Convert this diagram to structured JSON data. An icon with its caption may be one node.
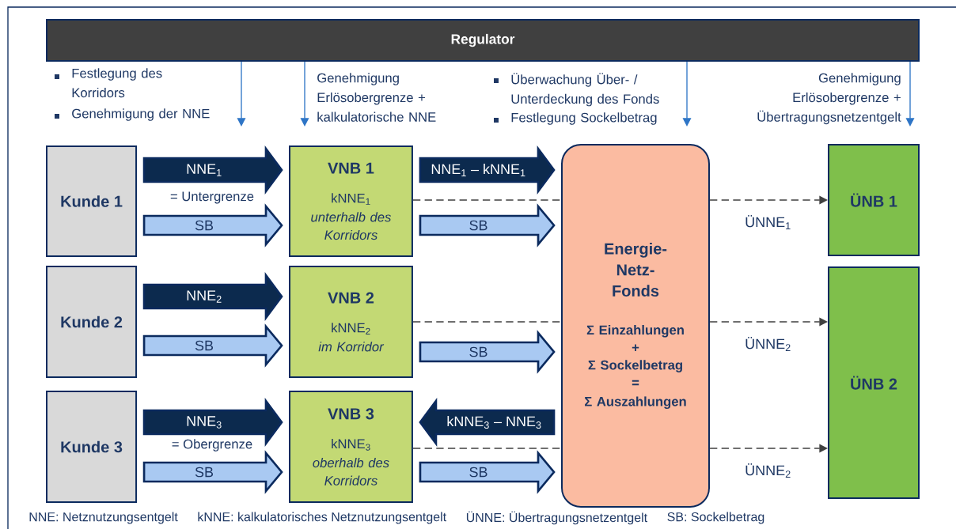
{
  "diagram": {
    "nodes": [
      {
        "text": [
          "Regulator"
        ]
      },
      {
        "text": [
          "Kunde 1"
        ]
      },
      {
        "text": [
          "Kunde 2"
        ]
      },
      {
        "text": [
          "Kunde 3"
        ]
      },
      {
        "text": [
          "VNB 1",
          "kNNE$_{1}$",
          "unterhalb des Korridors"
        ]
      },
      {
        "text": [
          "VNB 2",
          "kNNE$_{2}$",
          "im Korridor"
        ]
      },
      {
        "text": [
          "VNB 3",
          "kNNE$_{3}$",
          "oberhalb des Korridors"
        ]
      },
      {
        "text": [
          "Energie- Netz- Fonds",
          "Σ Einzahlungen",
          "+",
          "Σ Sockelbetrag",
          "=",
          "Σ Auszahlungen"
        ]
      },
      {
        "text": [
          "ÜNB 1"
        ]
      },
      {
        "text": [
          "ÜNB 2"
        ]
      }
    ],
    "edges": [
      {
        "from": 0,
        "to": null,
        "arrow": "to",
        "color": "#2e75c6"
      },
      {
        "from": 0,
        "to": null,
        "arrow": "to",
        "label": "Genehmigung Erlösobergrenze + kalkulatorische NNE",
        "color": "#2e75c6"
      },
      {
        "from": 0,
        "to": null,
        "arrow": "to",
        "color": "#2e75c6"
      },
      {
        "from": 0,
        "to": null,
        "arrow": "to",
        "label": "Genehmigung Erlösobergrenze + Übertragungsnetzentgelt",
        "color": "#2e75c6"
      },
      {
        "from": 1,
        "to": 4,
        "arrow": "to",
        "label": "NNE$_{1}$",
        "style": "thick",
        "color": "#0c2a4e"
      },
      {
        "from": 1,
        "to": 4,
        "arrow": "to",
        "label": "SB",
        "style": "thick",
        "color": "#a9c9f2"
      },
      {
        "from": 4,
        "to": 7,
        "arrow": "to",
        "label": "NNE$_{1}$ – kNNE$_{1}$",
        "style": "thick",
        "color": "#0c2a4e"
      },
      {
        "from": 4,
        "to": 7,
        "arrow": "none",
        "style": "dashed",
        "color": "#404040"
      },
      {
        "from": 4,
        "to": 7,
        "arrow": "to",
        "label": "SB",
        "style": "thick",
        "color": "#a9c9f2"
      },
      {
        "from": 7,
        "to": 8,
        "arrow": "to",
        "label": "ÜNNE$_{1}$",
        "style": "dashed",
        "color": "#404040"
      },
      {
        "from": 2,
        "to": 5,
        "arrow": "to",
        "label": "NNE$_{2}$",
        "style": "thick",
        "color": "#0c2a4e"
      },
      {
        "from": 2,
        "to": 5,
        "arrow": "to",
        "label": "SB",
        "style": "thick",
        "color": "#a9c9f2"
      },
      {
        "from": 5,
        "to": 7,
        "arrow": "none",
        "style": "dashed",
        "color": "#404040"
      },
      {
        "from": 5,
        "to": 7,
        "arrow": "to",
        "label": "SB",
        "style": "thick",
        "color": "#a9c9f2"
      },
      {
        "from": 7,
        "to": 9,
        "arrow": "to",
        "label": "ÜNNE$_{2}$",
        "style": "dashed",
        "color": "#404040"
      },
      {
        "from": 3,
        "to": 6,
        "arrow": "to",
        "label": "NNE$_{3}$",
        "style": "thick",
        "color": "#0c2a4e"
      },
      {
        "from": 3,
        "to": 6,
        "arrow": "to",
        "label": "SB",
        "style": "thick",
        "color": "#a9c9f2"
      },
      {
        "from": 7,
        "to": 6,
        "arrow": "to",
        "label": "kNNE$_{3}$ – NNE$_{3}$",
        "style": "thick",
        "color": "#0c2a4e"
      },
      {
        "from": 6,
        "to": 7,
        "arrow": "none",
        "style": "dashed",
        "color": "#404040"
      },
      {
        "from": 6,
        "to": 7,
        "arrow": "to",
        "label": "SB",
        "style": "thick",
        "color": "#a9c9f2"
      },
      {
        "from": 7,
        "to": 9,
        "arrow": "to",
        "label": "ÜNNE$_{2}$",
        "style": "dashed",
        "color": "#404040"
      }
    ],
    "labels": [
      "Festlegung des Korridors",
      "Genehmigung der NNE",
      "Überwachung Über- / Unterdeckung des Fonds",
      "Festlegung Sockelbetrag",
      "= Untergrenze",
      "= Obergrenze",
      "NNE: Netznutzungsentgelt",
      "kNNE: kalkulatorisches Netznutzungsentgelt",
      "ÜNNE: Übertragungsnetzentgelt",
      "SB: Sockelbetrag"
    ]
  }
}
